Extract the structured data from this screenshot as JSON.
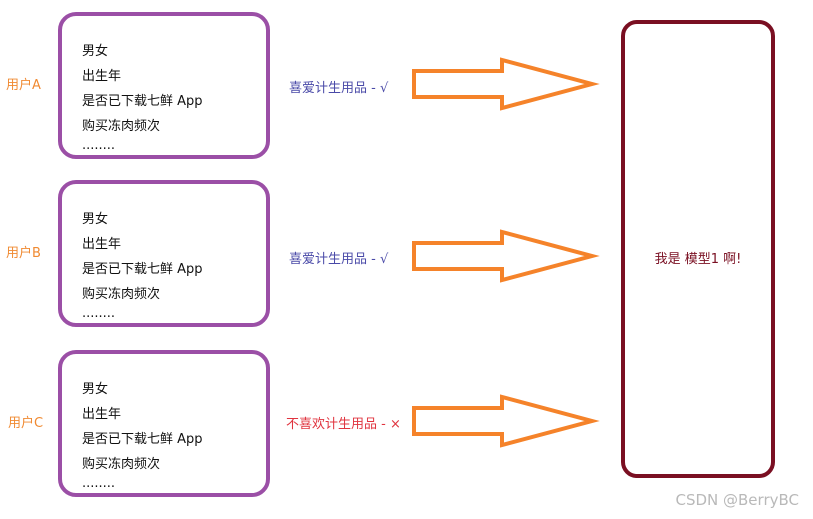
{
  "users": [
    {
      "label": "用户A",
      "fields": [
        "男女",
        "出生年",
        "是否已下载七鲜 App",
        "购买冻肉频次",
        "........"
      ],
      "result": "喜爱计生用品 - √"
    },
    {
      "label": "用户B",
      "fields": [
        "男女",
        "出生年",
        "是否已下载七鲜 App",
        "购买冻肉频次",
        "........"
      ],
      "result": "喜爱计生用品 - √"
    },
    {
      "label": "用户C",
      "fields": [
        "男女",
        "出生年",
        "是否已下载七鲜 App",
        "购买冻肉频次",
        "........"
      ],
      "result": "不喜欢计生用品 - ×"
    }
  ],
  "model": {
    "label": "我是 模型1 啊!"
  },
  "watermark": "CSDN @BerryBC",
  "colors": {
    "user_label": "#f08a32",
    "card_border": "#9b4fa6",
    "arrow_stroke": "#f5832a",
    "positive_result": "#4a4aa8",
    "negative_result": "#e0343f",
    "model_border": "#7a0f22"
  }
}
